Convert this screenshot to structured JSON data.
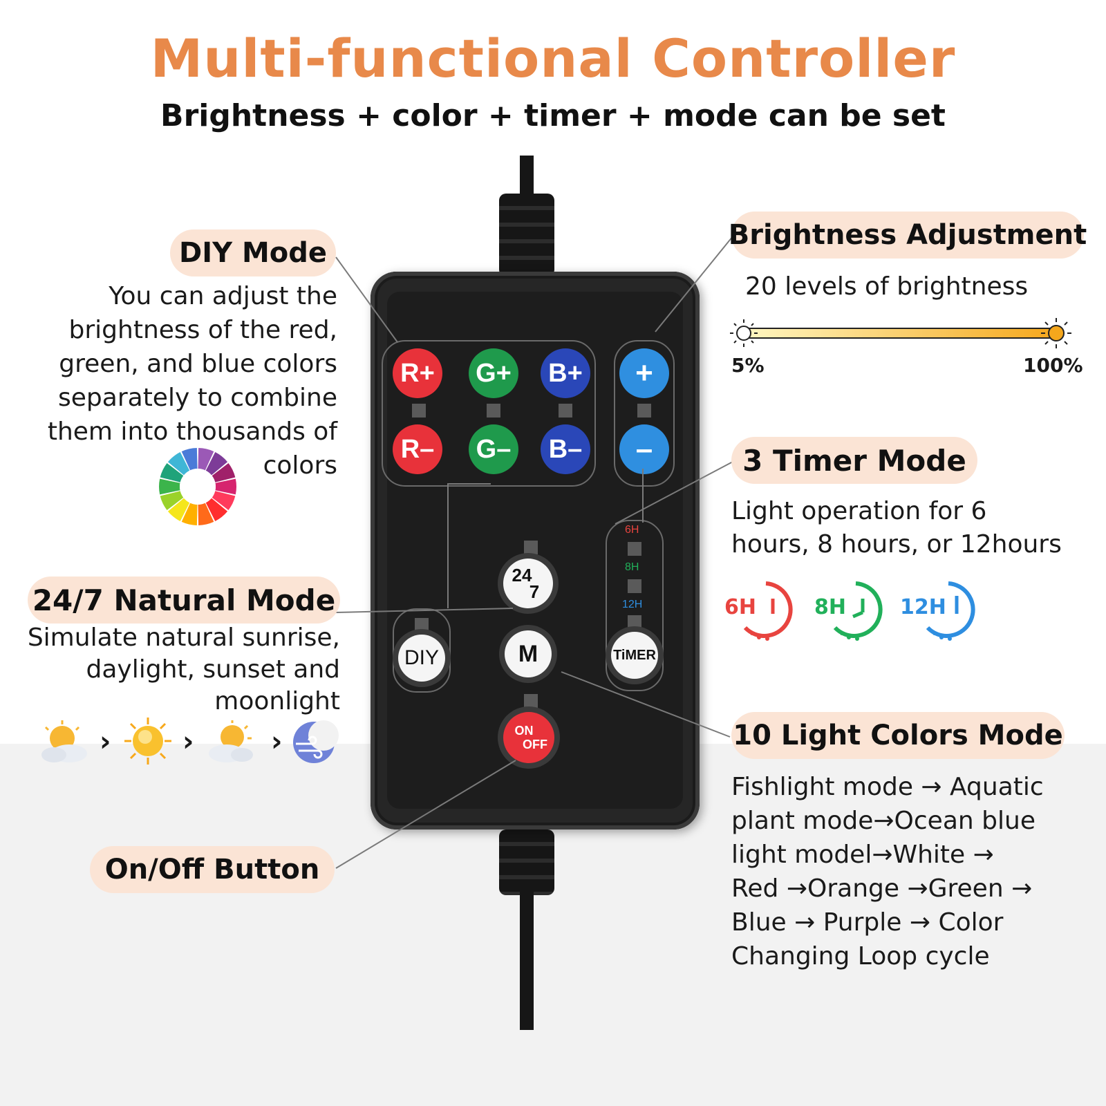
{
  "header": {
    "title": "Multi-functional Controller",
    "subtitle": "Brightness + color + timer + mode can be set"
  },
  "diy": {
    "label": "DIY Mode",
    "lines": [
      "You can adjust the",
      "brightness of the red,",
      "green, and blue colors",
      "separately to combine",
      "them into thousands of",
      "colors"
    ]
  },
  "natural": {
    "label": "24/7 Natural Mode",
    "lines": [
      "Simulate natural sunrise,",
      "daylight, sunset and",
      "moonlight"
    ],
    "arrow": "›"
  },
  "onoff": {
    "label": "On/Off Button"
  },
  "brightness": {
    "label": "Brightness Adjustment",
    "desc": "20 levels of brightness",
    "min": "5%",
    "max": "100%"
  },
  "timer": {
    "label": "3 Timer Mode",
    "lines": [
      "Light operation for 6",
      "hours, 8 hours, or 12hours"
    ],
    "options": [
      "6H",
      "8H",
      "12H"
    ]
  },
  "colors_mode": {
    "label": "10 Light Colors Mode",
    "lines": [
      "Fishlight mode → Aquatic",
      "plant mode→Ocean blue",
      "light model→White →",
      "Red →Orange →Green →",
      "Blue → Purple → Color",
      "Changing Loop cycle"
    ]
  },
  "controller": {
    "buttons": {
      "r_plus": "R+",
      "g_plus": "G+",
      "b_plus": "B+",
      "r_minus": "R–",
      "g_minus": "G–",
      "b_minus": "B–",
      "bright_plus": "+",
      "bright_minus": "–",
      "diy": "DIY",
      "m": "M",
      "timer": "TiMER",
      "on": "ON",
      "off": "OFF",
      "natural_top": "24",
      "natural_bottom": "7"
    },
    "timer_leds": [
      "6H",
      "8H",
      "12H"
    ]
  },
  "colors": {
    "accent": "#e8894a",
    "pill": "#fbe4d5",
    "red": "#e8323a",
    "green": "#1f9a4c",
    "blue": "#2a47b8",
    "light_blue": "#2f8fe0",
    "timer_6h": "#e8443f",
    "timer_8h": "#21b05a",
    "timer_12h": "#2e8ee0"
  }
}
